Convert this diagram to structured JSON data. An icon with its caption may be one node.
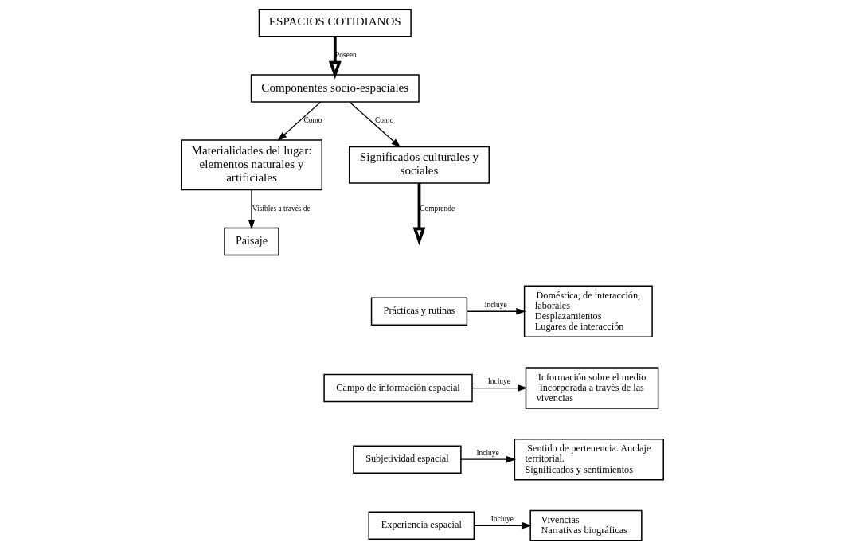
{
  "diagram": {
    "nodes": [
      {
        "text": [
          "ESPACIOS COTIDIANOS"
        ]
      },
      {
        "text": [
          "Componentes socio-espaciales"
        ]
      },
      {
        "text": [
          "Materialidades del lugar: elementos naturales y artificiales"
        ]
      },
      {
        "text": [
          "Significados culturales y sociales"
        ]
      },
      {
        "text": [
          "Paisaje"
        ]
      },
      {
        "text": [
          "Prácticas y rutinas"
        ]
      },
      {
        "text": [
          "Doméstica, de interacción, laborales",
          "Desplazamientos",
          "Lugares de interacción"
        ]
      },
      {
        "text": [
          "Campo de información espacial"
        ]
      },
      {
        "text": [
          "Información sobre el medio incorporada a través de las vivencias"
        ]
      },
      {
        "text": [
          "Subjetividad espacial"
        ]
      },
      {
        "text": [
          "Sentido de pertenencia. Anclaje territorial.",
          "Significados y sentimientos"
        ]
      },
      {
        "text": [
          "Experiencia espacial"
        ]
      },
      {
        "text": [
          "Vivencias",
          "Narrativas biográficas"
        ]
      }
    ],
    "edges": [
      {
        "from": 0,
        "to": 1,
        "arrow": "to",
        "label": "Poseen",
        "style": "thick"
      },
      {
        "from": 1,
        "to": 2,
        "arrow": "to",
        "label": "Como"
      },
      {
        "from": 1,
        "to": 3,
        "arrow": "to",
        "label": "Como"
      },
      {
        "from": 2,
        "to": 4,
        "arrow": "to",
        "label": "Visibles a través de"
      },
      {
        "from": 3,
        "to": null,
        "arrow": "to",
        "label": "Comprende",
        "style": "thick"
      },
      {
        "from": 5,
        "to": 6,
        "arrow": "to",
        "label": "Incluye"
      },
      {
        "from": 7,
        "to": 8,
        "arrow": "to",
        "label": "Incluye"
      },
      {
        "from": 9,
        "to": 10,
        "arrow": "to",
        "label": "Incluye"
      },
      {
        "from": 11,
        "to": 12,
        "arrow": "to",
        "label": "Incluye"
      }
    ]
  }
}
